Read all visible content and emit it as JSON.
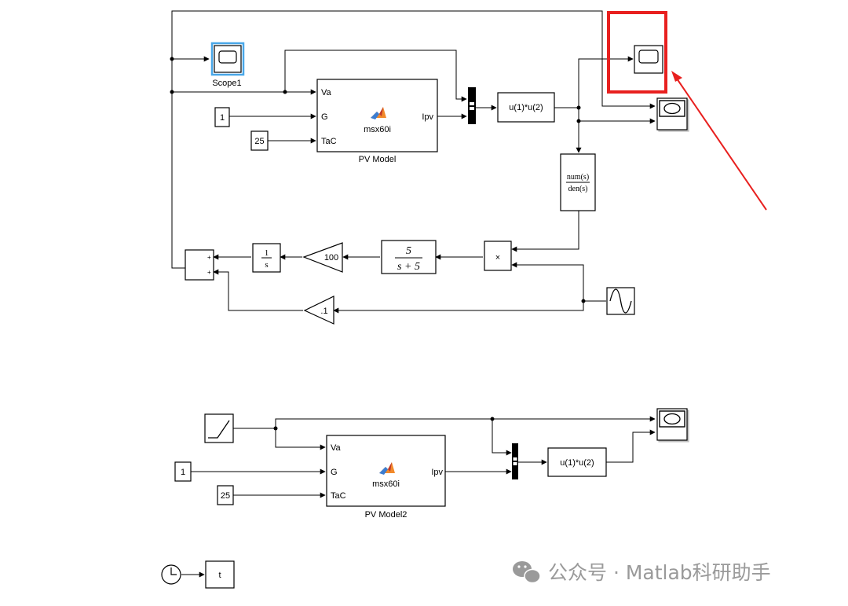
{
  "colors": {
    "background": "#ffffff",
    "line": "#000000",
    "highlight": "#e8201f",
    "selected_scope": "#49a7e8",
    "watermark": "#9a9a9a"
  },
  "diagram1": {
    "scope1_label": "Scope1",
    "pv_block": {
      "name": "PV Model",
      "function": "msx60i",
      "in_ports": [
        "Va",
        "G",
        "TaC"
      ],
      "out_port": "Ipv"
    },
    "const_g": "1",
    "const_tac": "25",
    "product_fcn": "u(1)*u(2)",
    "transfer_fcn": {
      "num": "num(s)",
      "den": "den(s)"
    },
    "multiply_symbol": "×",
    "filter_tf": {
      "num": "5",
      "den": "s + 5"
    },
    "gain_100": "100",
    "integrator": {
      "num": "1",
      "den": "s"
    },
    "sum_signs": [
      "+",
      "+"
    ],
    "gain_small": ".1",
    "icons": [
      "scope-icon",
      "scope-icon",
      "scope-icon",
      "mux-icon",
      "sine-wave-icon",
      "matlab-icon"
    ]
  },
  "diagram2": {
    "pv_block": {
      "name": "PV Model2",
      "function": "msx60i",
      "in_ports": [
        "Va",
        "G",
        "TaC"
      ],
      "out_port": "Ipv"
    },
    "const_g": "1",
    "const_tac": "25",
    "product_fcn": "u(1)*u(2)",
    "clock_output": "t",
    "icons": [
      "ramp-icon",
      "scope-icon",
      "mux-icon",
      "clock-icon",
      "matlab-icon"
    ]
  },
  "watermark": {
    "text": "公众号 · Matlab科研助手",
    "icon": "wechat-icon"
  }
}
